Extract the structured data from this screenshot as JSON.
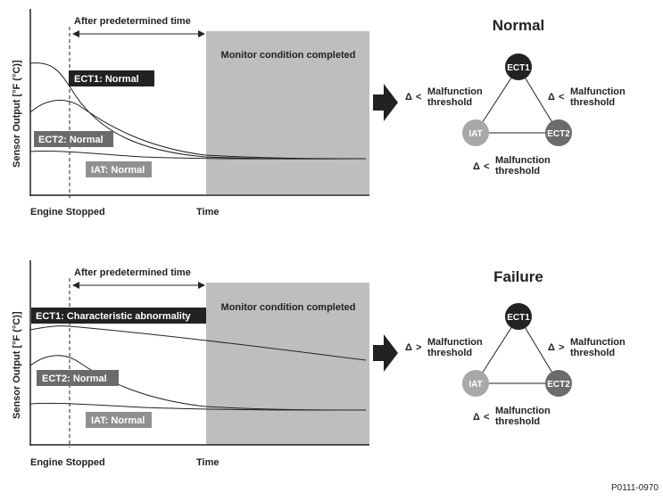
{
  "panels": [
    {
      "y_axis_label": "Sensor Output [°F (°C)]",
      "after_time_label": "After predetermined time",
      "monitor_label": "Monitor condition completed",
      "x_start_label": "Engine Stopped",
      "x_time_label": "Time",
      "ect1_label": "ECT1: Normal",
      "ect2_label": "ECT2: Normal",
      "iat_label": "IAT: Normal",
      "status_title": "Normal",
      "nodes": {
        "ect1": "ECT1",
        "iat": "IAT",
        "ect2": "ECT2"
      },
      "delta_symbol": "Δ",
      "comparators": {
        "left": "<",
        "right": "<",
        "bottom": "<"
      },
      "threshold_line1": "Malfunction",
      "threshold_line2": "threshold"
    },
    {
      "y_axis_label": "Sensor Output [°F (°C)]",
      "after_time_label": "After predetermined time",
      "monitor_label": "Monitor condition completed",
      "x_start_label": "Engine Stopped",
      "x_time_label": "Time",
      "ect1_label": "ECT1: Characteristic abnormality",
      "ect2_label": "ECT2: Normal",
      "iat_label": "IAT: Normal",
      "status_title": "Failure",
      "nodes": {
        "ect1": "ECT1",
        "iat": "IAT",
        "ect2": "ECT2"
      },
      "delta_symbol": "Δ",
      "comparators": {
        "left": ">",
        "right": ">",
        "bottom": "<"
      },
      "threshold_line1": "Malfunction",
      "threshold_line2": "threshold"
    }
  ],
  "figure_code": "P0111-0970",
  "colors": {
    "monitor_fill": "#bdbec0",
    "ect1_box": "#222222",
    "ect2_box": "#6b6b6b",
    "iat_box": "#909090",
    "iat_node": "#a8a8a8",
    "ect2_node": "#6b6b6b"
  }
}
